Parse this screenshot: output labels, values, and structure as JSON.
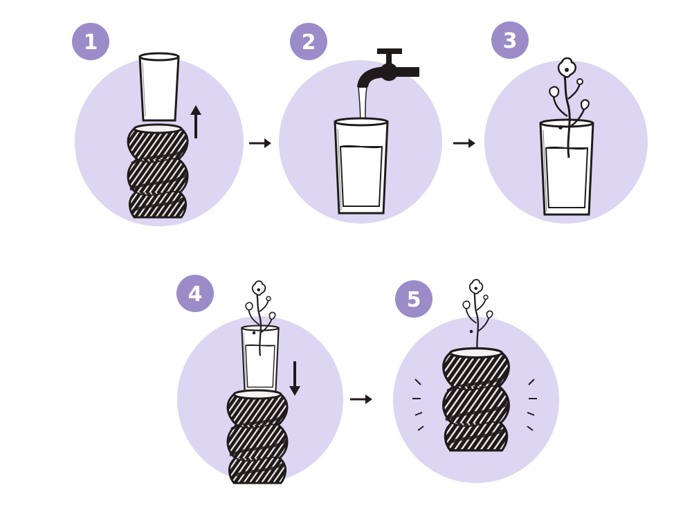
{
  "colors": {
    "circle_fill": "#dcd6f3",
    "badge_fill": "#9b8cc9",
    "badge_text": "#ffffff",
    "ink": "#1f1b1b",
    "water": "#ffffff",
    "glass_line": "#1f1b1b"
  },
  "steps": [
    {
      "number": "1",
      "icon": "glass-lifted-from-vase-icon"
    },
    {
      "number": "2",
      "icon": "faucet-filling-glass-icon"
    },
    {
      "number": "3",
      "icon": "flower-in-water-glass-icon"
    },
    {
      "number": "4",
      "icon": "glass-inserted-into-vase-icon"
    },
    {
      "number": "5",
      "icon": "finished-vase-with-flower-icon"
    }
  ],
  "arrows": [
    "arrow-right-icon",
    "arrow-right-icon",
    "arrow-right-icon"
  ]
}
